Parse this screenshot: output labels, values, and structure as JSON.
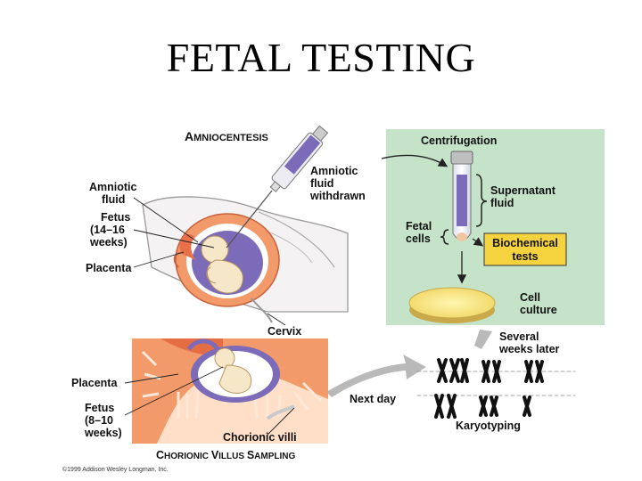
{
  "slide": {
    "title": "FETAL TESTING"
  },
  "amnio": {
    "heading_cap": "A",
    "heading_rest": "MNIOCENTESIS",
    "amniotic_fluid": [
      "Amniotic",
      "fluid"
    ],
    "fetus": [
      "Fetus",
      "(14–16",
      "weeks)"
    ],
    "placenta": "Placenta",
    "withdrawn": [
      "Amniotic",
      "fluid",
      "withdrawn"
    ],
    "cervix": "Cervix"
  },
  "lab": {
    "centrifugation": "Centrifugation",
    "supernatant": [
      "Supernatant",
      "fluid"
    ],
    "fetal_cells": [
      "Fetal",
      "cells"
    ],
    "biochemical": [
      "Biochemical",
      "tests"
    ],
    "cell_culture": [
      "Cell",
      "culture"
    ],
    "several_weeks": [
      "Several",
      "weeks later"
    ],
    "next_day": "Next day",
    "karyotyping": "Karyotyping"
  },
  "cvs": {
    "placenta": "Placenta",
    "fetus": [
      "Fetus",
      "(8–10",
      "weeks)"
    ],
    "chorionic_villi": "Chorionic villi",
    "heading_cap1": "C",
    "heading_rest1": "HORIONIC ",
    "heading_cap2": "V",
    "heading_rest2": "ILLUS ",
    "heading_cap3": "S",
    "heading_rest3": "AMPLING"
  },
  "copyright": "©1999 Addison Wesley Longman, Inc.",
  "colors": {
    "lab_panel": "#c5e3c9",
    "fluid_purple": "#7c6bb8",
    "tissue_orange": "#f39a6a",
    "yellow_box": "#f5d33f"
  }
}
